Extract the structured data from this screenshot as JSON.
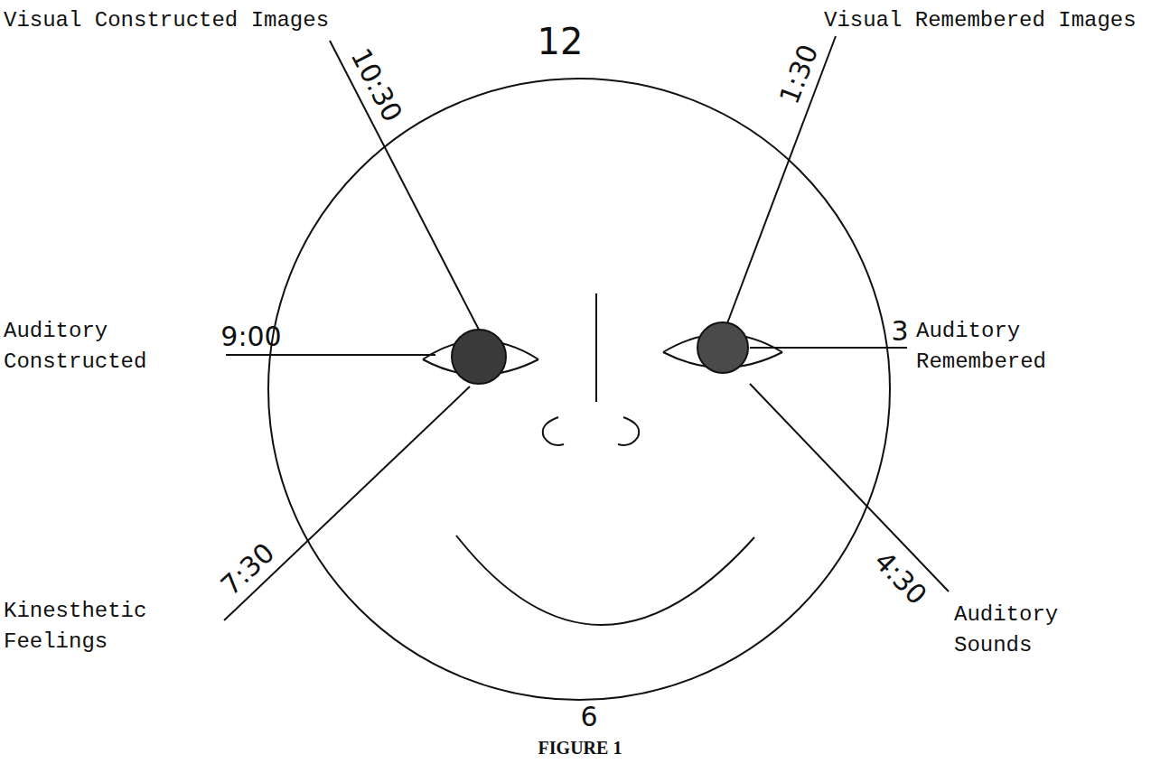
{
  "diagram": {
    "caption": "FIGURE 1",
    "labels": [
      "Visual Constructed Images",
      "12",
      "Visual Remembered Images",
      "10:30",
      "1:30",
      "9:00",
      "Auditory Constructed",
      "3",
      "Auditory Remembered",
      "7:30",
      "4:30",
      "Kinesthetic Feelings",
      "Auditory Sounds",
      "6"
    ]
  }
}
